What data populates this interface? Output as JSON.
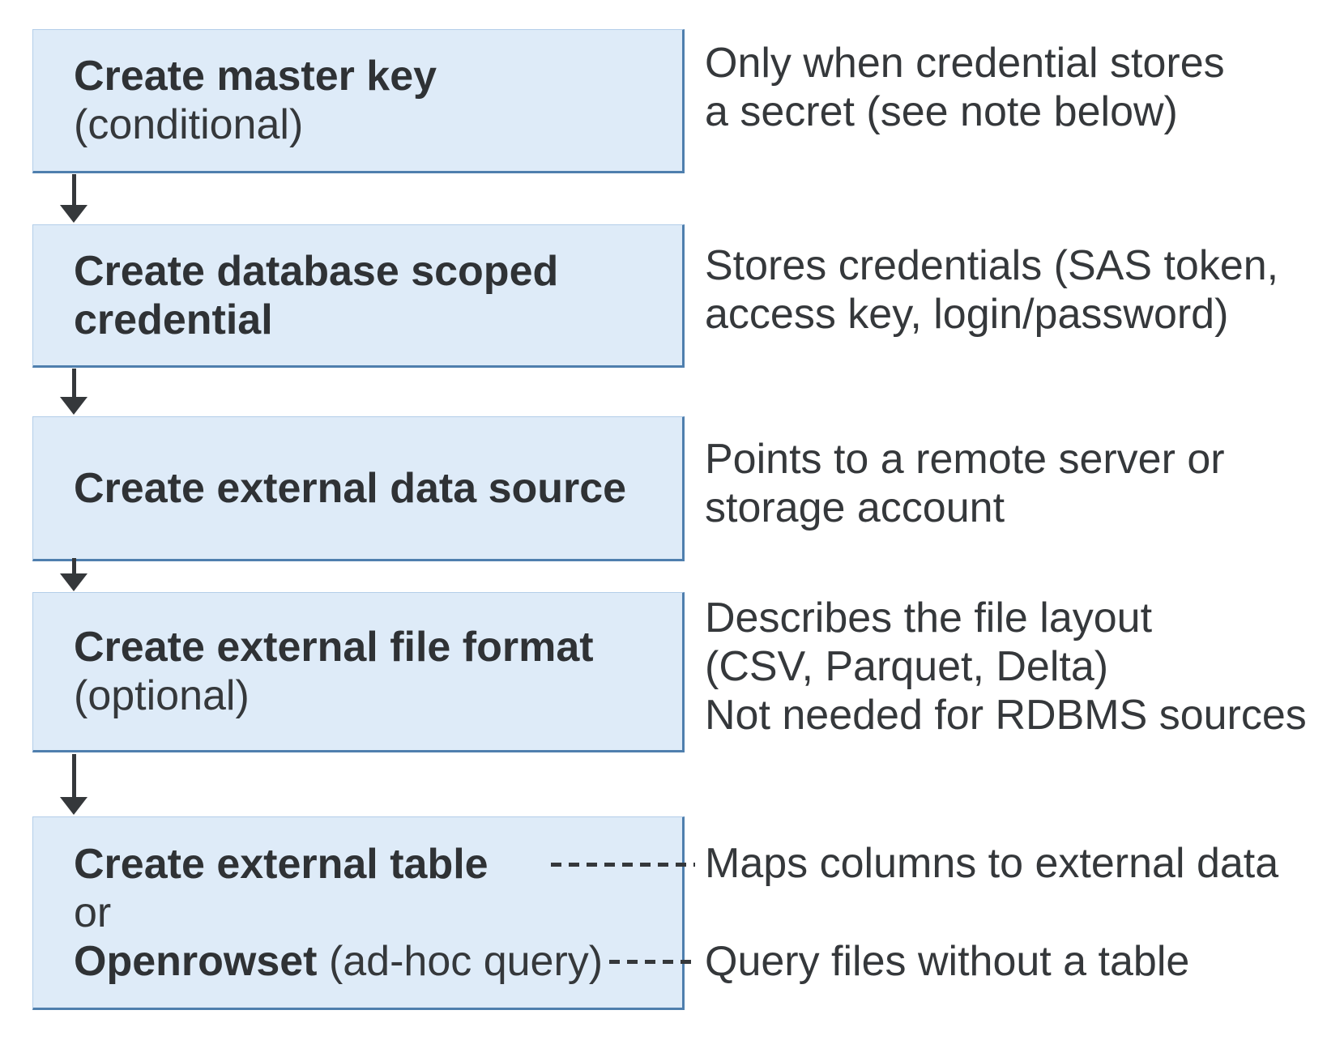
{
  "colors": {
    "box_fill": "#deebf8",
    "box_border_strong": "#4f7fae",
    "box_border_light": "#b3cee9",
    "ink": "#35383b",
    "heading": "#2f3235"
  },
  "steps": [
    {
      "box": {
        "bold": "Create master key",
        "note": "(conditional)"
      },
      "description": "Only when credential stores\na secret (see note below)"
    },
    {
      "box": {
        "bold": "Create database scoped\ncredential"
      },
      "description": "Stores credentials (SAS token,\naccess key, login/password)"
    },
    {
      "box": {
        "bold": "Create external data source"
      },
      "description": "Points to a remote server or\nstorage account"
    },
    {
      "box": {
        "bold": "Create external file format",
        "note": "(optional)"
      },
      "description": "Describes the file layout\n(CSV, Parquet, Delta)\nNot needed for RDBMS sources"
    },
    {
      "box": {
        "line1_bold": "Create external table",
        "line2": "or",
        "line3_bold": "Openrowset",
        "line3_rest": " (ad-hoc query)"
      },
      "descriptions": [
        "Maps columns to external data",
        "Query files without a table"
      ]
    }
  ]
}
